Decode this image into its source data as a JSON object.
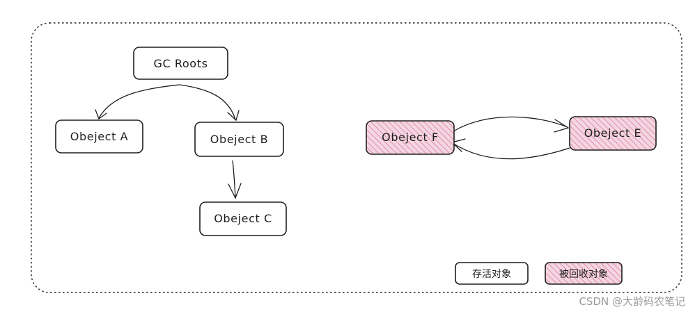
{
  "nodes": [
    {
      "id": "gc-roots",
      "label": "GC Roots",
      "status": "live"
    },
    {
      "id": "object-a",
      "label": "Obeject A",
      "status": "live"
    },
    {
      "id": "object-b",
      "label": "Obeject B",
      "status": "live"
    },
    {
      "id": "object-c",
      "label": "Obeject C",
      "status": "live"
    },
    {
      "id": "object-f",
      "label": "Obeject F",
      "status": "collected"
    },
    {
      "id": "object-e",
      "label": "Obeject E",
      "status": "collected"
    }
  ],
  "edges": [
    {
      "from": "gc-roots",
      "to": "object-a"
    },
    {
      "from": "gc-roots",
      "to": "object-b"
    },
    {
      "from": "object-b",
      "to": "object-c"
    },
    {
      "from": "object-f",
      "to": "object-e"
    },
    {
      "from": "object-e",
      "to": "object-f"
    }
  ],
  "legend": {
    "live_label": "存活对象",
    "collected_label": "被回收对象"
  },
  "colors": {
    "stroke": "#1e1e1e",
    "collected_fill": "#f3d6e1",
    "collected_hatch": "#e07aa0",
    "watermark": "#9a9a9a"
  },
  "watermark": "CSDN @大龄码农笔记"
}
